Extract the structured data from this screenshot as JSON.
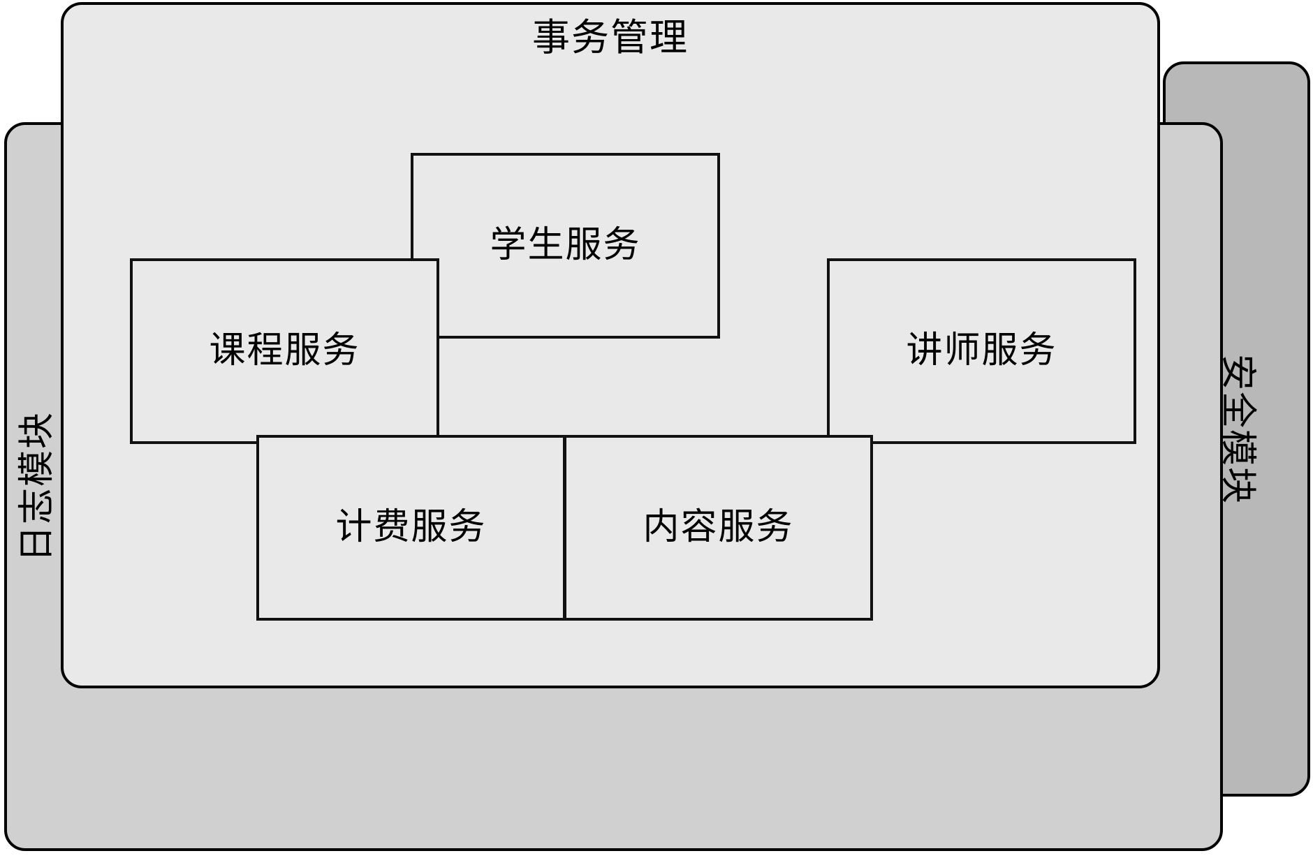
{
  "diagram": {
    "type": "layered-architecture-block-diagram",
    "title": "事务管理",
    "colors": {
      "security_fill": "#b8b8b8",
      "log_fill": "#d0d0d0",
      "transaction_fill": "#e9e9e9",
      "service_fill": "#e9e9e9",
      "stroke": "#000000",
      "background": "#ffffff"
    },
    "outer_modules": [
      {
        "id": "security",
        "label": "安全模块",
        "orientation": "vertical-clockwise",
        "layer": 1
      },
      {
        "id": "log",
        "label": "日志模块",
        "orientation": "vertical-counterclockwise",
        "layer": 2
      },
      {
        "id": "transaction",
        "label": "事务管理",
        "orientation": "horizontal-top-center",
        "layer": 3
      }
    ],
    "services": [
      {
        "id": "student",
        "label": "学生服务"
      },
      {
        "id": "course",
        "label": "课程服务"
      },
      {
        "id": "instructor",
        "label": "讲师服务"
      },
      {
        "id": "billing",
        "label": "计费服务"
      },
      {
        "id": "content",
        "label": "内容服务"
      }
    ]
  }
}
